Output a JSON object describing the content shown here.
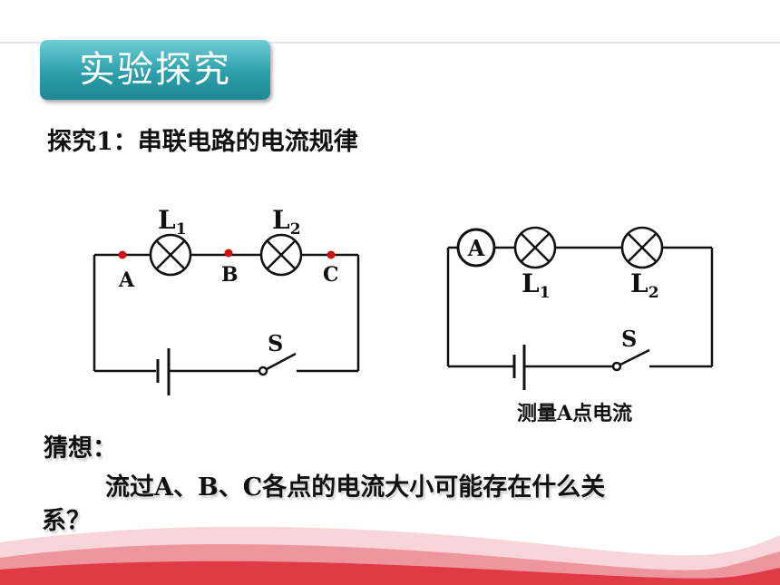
{
  "header": {
    "title": "实验探究"
  },
  "subtitle": "探究1：串联电路的电流规律",
  "circuit_left": {
    "lamps": [
      {
        "letter": "L",
        "sub": "1"
      },
      {
        "letter": "L",
        "sub": "2"
      }
    ],
    "points": [
      "A",
      "B",
      "C"
    ],
    "switch": "S"
  },
  "circuit_right": {
    "ammeter": "A",
    "lamps": [
      {
        "letter": "L",
        "sub": "1"
      },
      {
        "letter": "L",
        "sub": "2"
      }
    ],
    "switch": "S",
    "caption": "测量A点电流"
  },
  "guess": {
    "label": "猜想：",
    "line1": "流过A、B、C各点的电流大小可能存在什么关",
    "line2": "系？"
  },
  "colors": {
    "accent": "#2c9faa",
    "point": "#cc1111",
    "wave": "#e03a46"
  }
}
